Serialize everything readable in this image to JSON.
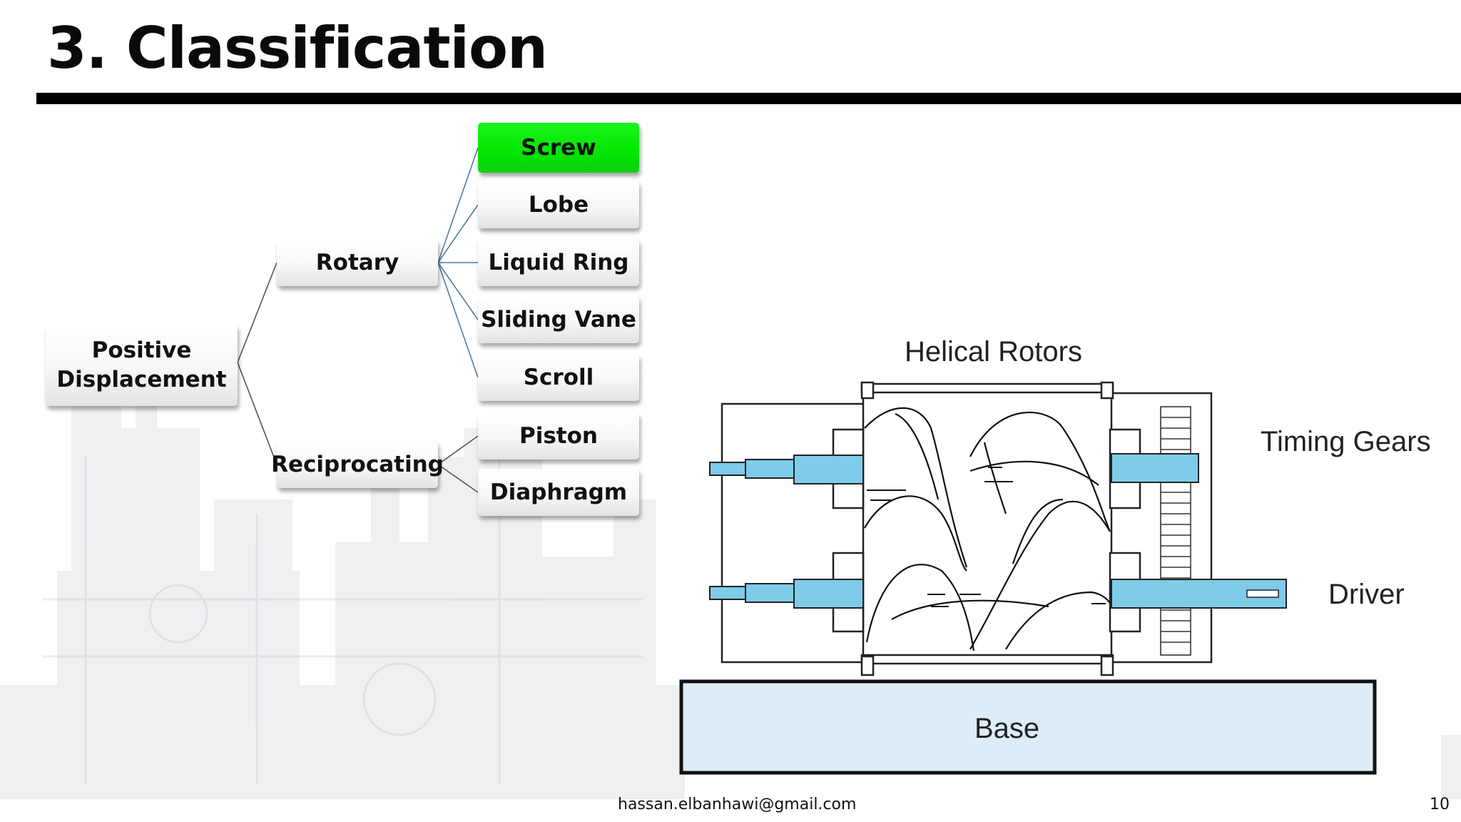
{
  "slide": {
    "title": "3. Classification",
    "footer_email": "hassan.elbanhawi@gmail.com",
    "page_number": "10"
  },
  "tree": {
    "root": "Positive\nDisplacement",
    "rotary": "Rotary",
    "reciprocating": "Reciprocating",
    "rotary_types": [
      "Screw",
      "Lobe",
      "Liquid Ring",
      "Sliding Vane",
      "Scroll"
    ],
    "reciprocating_types": [
      "Piston",
      "Diaphragm"
    ],
    "highlighted": "Screw",
    "highlight_color": "#00e600"
  },
  "pump_diagram": {
    "helical_rotors": "Helical Rotors",
    "timing_gears": "Timing Gears",
    "driver": "Driver",
    "base": "Base",
    "shaft_color": "#7ecbea",
    "base_color": "#dcedf8"
  }
}
